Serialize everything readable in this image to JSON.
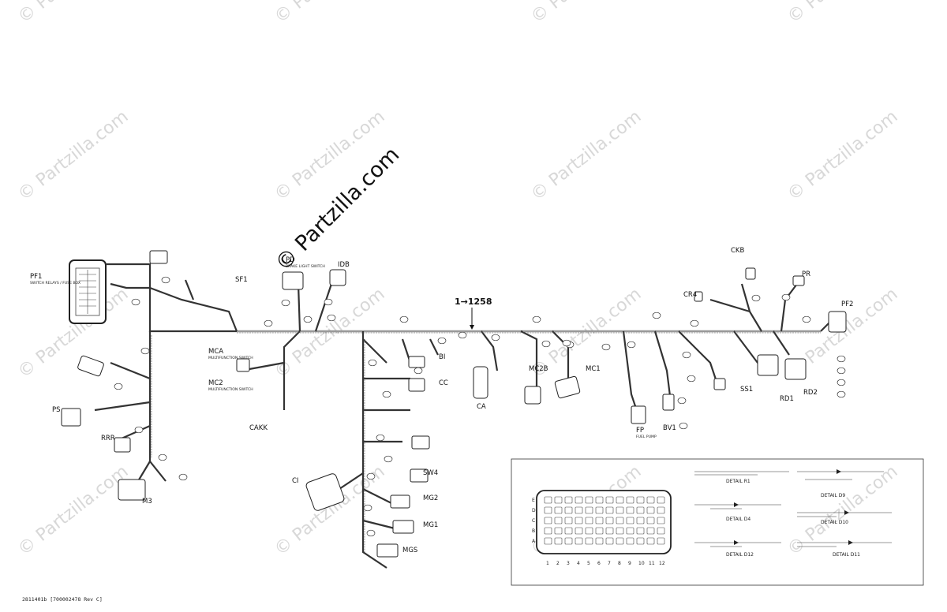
{
  "watermark": {
    "tile_text": "© Partzilla.com",
    "overlay_text": "© Partzilla.com"
  },
  "main_harness": {
    "label": "1→1258"
  },
  "connectors": [
    {
      "code": "PF1",
      "caption": "SWITCH RELAYS / FUSE BOX"
    },
    {
      "code": "PD",
      "caption": "BRAKE LIGHT SWITCH"
    },
    {
      "code": "IDB",
      "caption": ""
    },
    {
      "code": "SF1",
      "caption": ""
    },
    {
      "code": "MCA",
      "caption": "MULTIFUNCTION SWITCH"
    },
    {
      "code": "MC2",
      "caption": "MULTIFUNCTION SWITCH"
    },
    {
      "code": "CAKK",
      "caption": ""
    },
    {
      "code": "PS",
      "caption": ""
    },
    {
      "code": "RRR",
      "caption": ""
    },
    {
      "code": "M3",
      "caption": ""
    },
    {
      "code": "CI",
      "caption": ""
    },
    {
      "code": "CC",
      "caption": ""
    },
    {
      "code": "BI",
      "caption": ""
    },
    {
      "code": "CA",
      "caption": ""
    },
    {
      "code": "MC2B",
      "caption": ""
    },
    {
      "code": "MC1",
      "caption": ""
    },
    {
      "code": "SW4",
      "caption": ""
    },
    {
      "code": "MG2",
      "caption": ""
    },
    {
      "code": "MG1",
      "caption": ""
    },
    {
      "code": "MGS",
      "caption": ""
    },
    {
      "code": "FP",
      "caption": "FUEL PUMP"
    },
    {
      "code": "BV1",
      "caption": ""
    },
    {
      "code": "SS1",
      "caption": ""
    },
    {
      "code": "RD1",
      "caption": ""
    },
    {
      "code": "RD2",
      "caption": ""
    },
    {
      "code": "PF2",
      "caption": ""
    },
    {
      "code": "CKB",
      "caption": ""
    },
    {
      "code": "CR4",
      "caption": ""
    },
    {
      "code": "PR",
      "caption": ""
    }
  ],
  "details": [
    {
      "code": "DETAIL R1",
      "name": "detail-r1"
    },
    {
      "code": "DETAIL D4",
      "name": "detail-d4"
    },
    {
      "code": "DETAIL D9",
      "name": "detail-d9"
    },
    {
      "code": "DETAIL D10",
      "name": "detail-d10"
    },
    {
      "code": "DETAIL D11",
      "name": "detail-d11"
    },
    {
      "code": "DETAIL D12",
      "name": "detail-d12"
    }
  ],
  "ecm_grid": {
    "row_labels": [
      "E",
      "D",
      "C",
      "B",
      "A"
    ],
    "col_labels": [
      "1",
      "2",
      "3",
      "4",
      "5",
      "6",
      "7",
      "8",
      "9",
      "10",
      "11",
      "12"
    ]
  },
  "footer": {
    "drawing_ref": "2811401b [700002478 Rev C]"
  }
}
